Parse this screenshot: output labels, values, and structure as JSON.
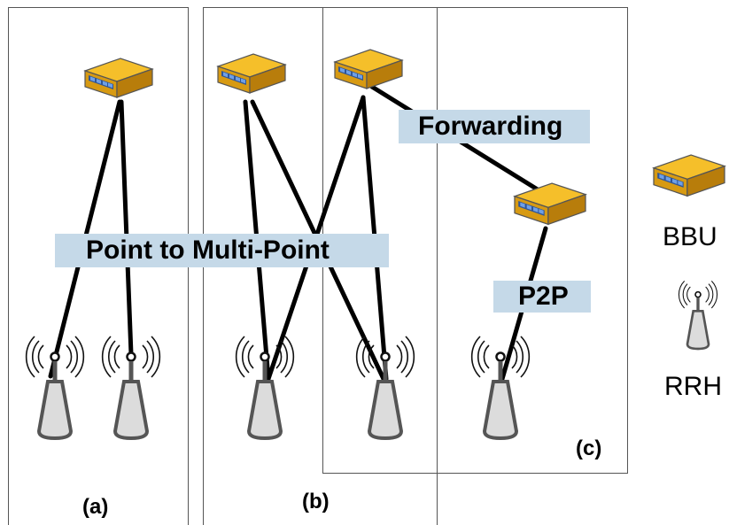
{
  "colors": {
    "bbu_top": "#f5bf2a",
    "bbu_side": "#d79a12",
    "bbu_front": "#b87d0b",
    "bbu_ports": "#4677c9",
    "label_band": "#c5d9e8",
    "link": "#000000"
  },
  "icons": {
    "bbu": "bbu-router-icon",
    "rrh": "rrh-antenna-icon"
  },
  "labels": {
    "point_to_multipoint": "Point to Multi-Point",
    "forwarding": "Forwarding",
    "p2p": "P2P",
    "sub_a": "(a)",
    "sub_b": "(b)",
    "sub_c": "(c)"
  },
  "legend": {
    "bbu": "BBU",
    "rrh": "RRH"
  }
}
